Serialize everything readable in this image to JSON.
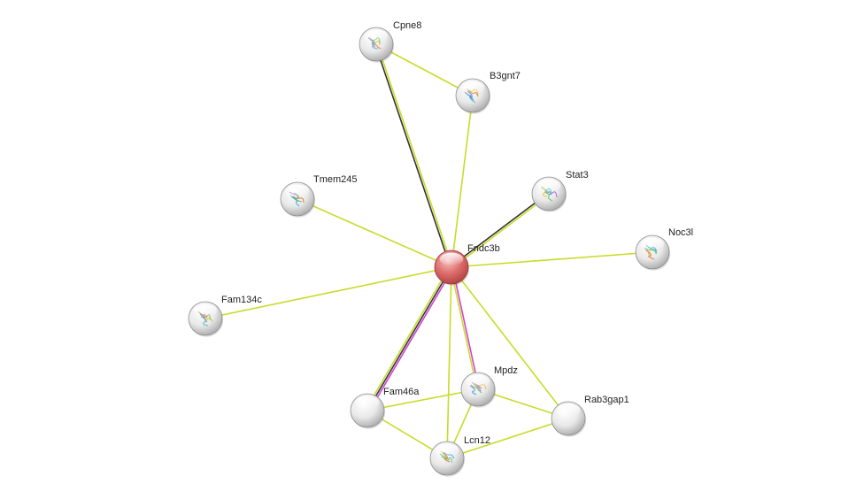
{
  "network": {
    "center": "Fndc3b",
    "colors": {
      "textmining": "#c7dc28",
      "coexpression": "#333333",
      "experiments": "#d33fd3",
      "center_node": "#d9595c",
      "neighbor_node": "#dcdcdc"
    },
    "nodes": [
      {
        "id": "Cpne8",
        "label": "Cpne8",
        "structure": true,
        "center": false
      },
      {
        "id": "B3gnt7",
        "label": "B3gnt7",
        "structure": true,
        "center": false
      },
      {
        "id": "Tmem245",
        "label": "Tmem245",
        "structure": true,
        "center": false
      },
      {
        "id": "Stat3",
        "label": "Stat3",
        "structure": true,
        "center": false
      },
      {
        "id": "Noc3l",
        "label": "Noc3l",
        "structure": true,
        "center": false
      },
      {
        "id": "Fndc3b",
        "label": "Fndc3b",
        "structure": false,
        "center": true
      },
      {
        "id": "Fam134c",
        "label": "Fam134c",
        "structure": true,
        "center": false
      },
      {
        "id": "Mpdz",
        "label": "Mpdz",
        "structure": true,
        "center": false
      },
      {
        "id": "Fam46a",
        "label": "Fam46a",
        "structure": false,
        "center": false
      },
      {
        "id": "Rab3gap1",
        "label": "Rab3gap1",
        "structure": false,
        "center": false
      },
      {
        "id": "Lcn12",
        "label": "Lcn12",
        "structure": true,
        "center": false
      }
    ],
    "edges": [
      {
        "source": "Fndc3b",
        "target": "Cpne8",
        "evidence": [
          "coexpression",
          "textmining"
        ]
      },
      {
        "source": "Cpne8",
        "target": "B3gnt7",
        "evidence": [
          "textmining"
        ]
      },
      {
        "source": "Fndc3b",
        "target": "B3gnt7",
        "evidence": [
          "textmining"
        ]
      },
      {
        "source": "Fndc3b",
        "target": "Tmem245",
        "evidence": [
          "textmining"
        ]
      },
      {
        "source": "Fndc3b",
        "target": "Stat3",
        "evidence": [
          "coexpression",
          "textmining"
        ]
      },
      {
        "source": "Fndc3b",
        "target": "Noc3l",
        "evidence": [
          "textmining"
        ]
      },
      {
        "source": "Fndc3b",
        "target": "Fam134c",
        "evidence": [
          "textmining"
        ]
      },
      {
        "source": "Fndc3b",
        "target": "Fam46a",
        "evidence": [
          "experiments",
          "coexpression",
          "textmining"
        ]
      },
      {
        "source": "Fndc3b",
        "target": "Mpdz",
        "evidence": [
          "experiments",
          "textmining"
        ]
      },
      {
        "source": "Fndc3b",
        "target": "Lcn12",
        "evidence": [
          "textmining"
        ]
      },
      {
        "source": "Fndc3b",
        "target": "Rab3gap1",
        "evidence": [
          "textmining"
        ]
      },
      {
        "source": "Fam46a",
        "target": "Mpdz",
        "evidence": [
          "textmining"
        ]
      },
      {
        "source": "Fam46a",
        "target": "Lcn12",
        "evidence": [
          "textmining"
        ]
      },
      {
        "source": "Mpdz",
        "target": "Lcn12",
        "evidence": [
          "textmining"
        ]
      },
      {
        "source": "Mpdz",
        "target": "Rab3gap1",
        "evidence": [
          "textmining"
        ]
      },
      {
        "source": "Lcn12",
        "target": "Rab3gap1",
        "evidence": [
          "textmining"
        ]
      }
    ]
  }
}
